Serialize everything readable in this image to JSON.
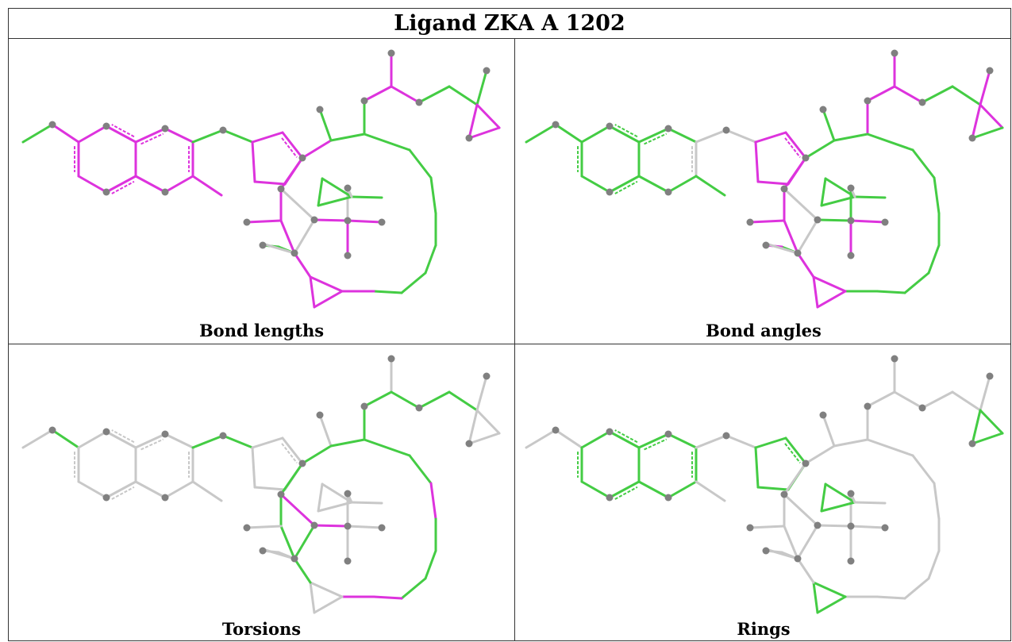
{
  "title": "Ligand ZKA A 1202",
  "panels": [
    {
      "caption": "Bond lengths"
    },
    {
      "caption": "Bond angles"
    },
    {
      "caption": "Torsions"
    },
    {
      "caption": "Rings"
    }
  ],
  "colors": {
    "good": "#44cc44",
    "outlier": "#dd33dd",
    "neutral": "#c8c8c8",
    "atom": "#808080",
    "border": "#333333"
  }
}
